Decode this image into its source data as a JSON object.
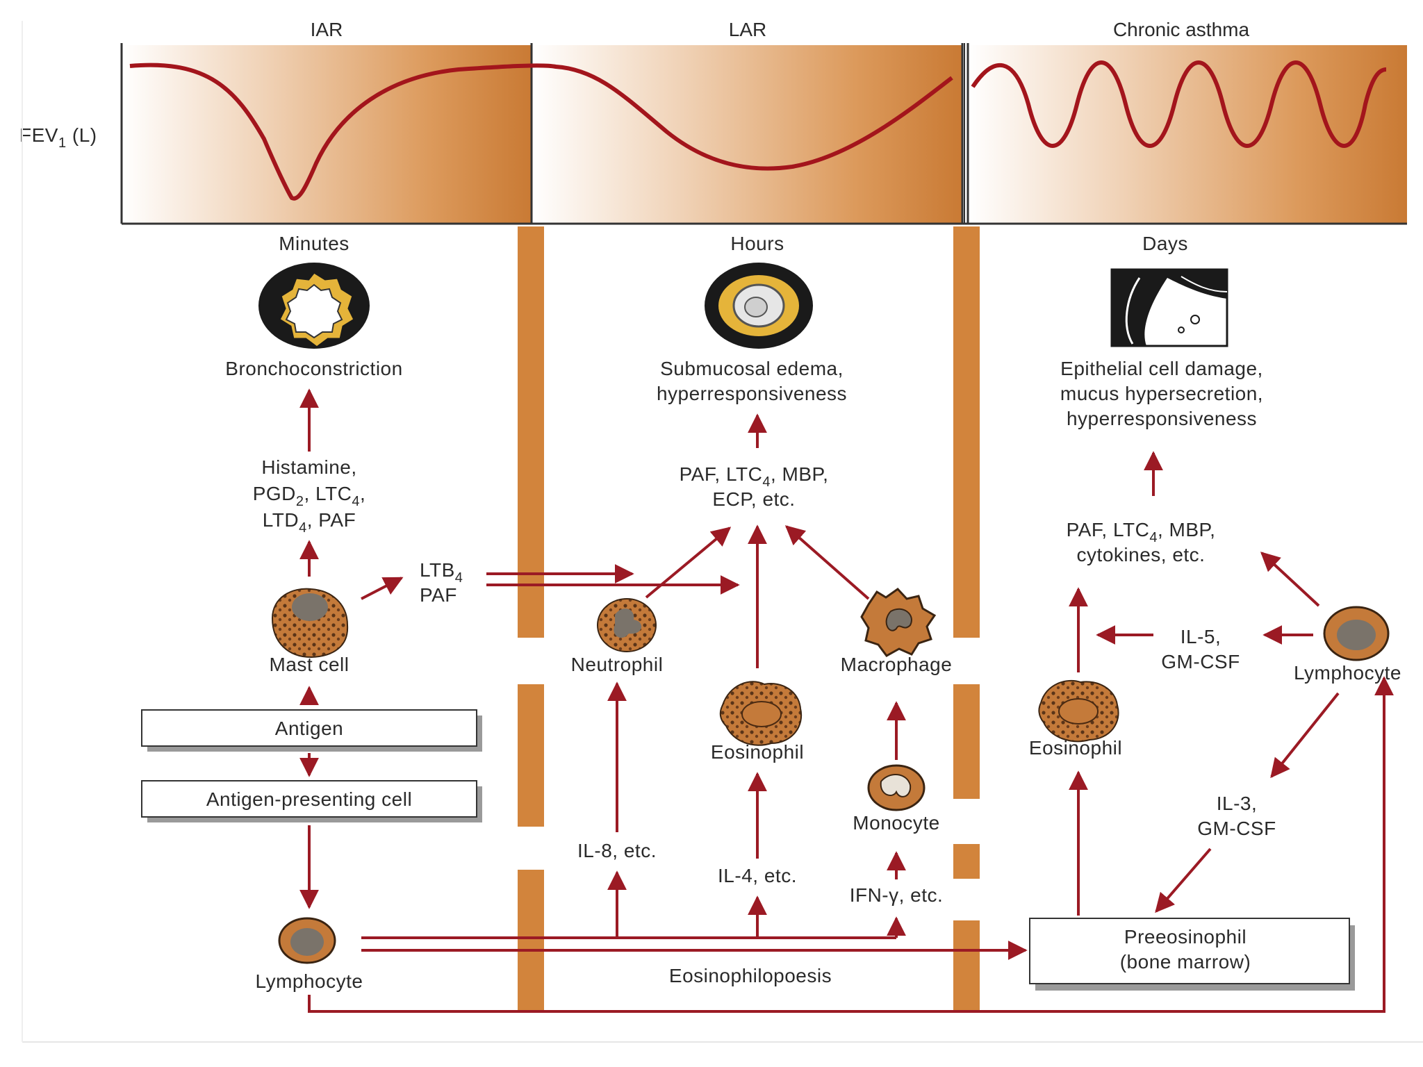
{
  "header": {
    "iar": "IAR",
    "lar": "LAR",
    "chronic": "Chronic asthma",
    "fev_main": "FEV",
    "fev_sub": "1",
    "fev_unit": " (L)"
  },
  "phases": {
    "minutes": "Minutes",
    "hours": "Hours",
    "days": "Days"
  },
  "col1": {
    "effect": "Bronchoconstriction",
    "m1": "Histamine,",
    "m2a": "PGD",
    "m2s": "2",
    "m2b": ", LTC",
    "m2s2": "4",
    "m2c": ",",
    "m3a": "LTD",
    "m3s": "4",
    "m3b": ", PAF",
    "ltb_a": "LTB",
    "ltb_s": "4",
    "paf": "PAF",
    "mast_cell": "Mast cell",
    "antigen": "Antigen",
    "apc": "Antigen-presenting cell",
    "lymphocyte": "Lymphocyte"
  },
  "col2": {
    "effect1": "Submucosal edema,",
    "effect2": "hyperresponsiveness",
    "m1a": "PAF, LTC",
    "m1s": "4",
    "m1b": ", MBP,",
    "m2": "ECP, etc.",
    "neutrophil": "Neutrophil",
    "eosinophil": "Eosinophil",
    "macrophage": "Macrophage",
    "monocyte": "Monocyte",
    "il8": "IL-8, etc.",
    "il4": "IL-4, etc.",
    "ifn": "IFN-γ, etc.",
    "eosinophilopoesis": "Eosinophilopoesis"
  },
  "col3": {
    "effect1": "Epithelial cell damage,",
    "effect2": "mucus hypersecretion,",
    "effect3": "hyperresponsiveness",
    "m1a": "PAF, LTC",
    "m1s": "4",
    "m1b": ", MBP,",
    "m2": "cytokines, etc.",
    "il5a": "IL-5,",
    "il5b": "GM-CSF",
    "eosinophil": "Eosinophil",
    "lymphocyte": "Lymphocyte",
    "il3a": "IL-3,",
    "il3b": "GM-CSF",
    "preeos1": "Preeosinophil",
    "preeos2": "(bone marrow)"
  },
  "colors": {
    "arrow": "#9b1a24",
    "curve": "#a3151c",
    "band": "#d2843c",
    "cell_fill": "#c47a3a",
    "nucleus": "#7a736a"
  }
}
